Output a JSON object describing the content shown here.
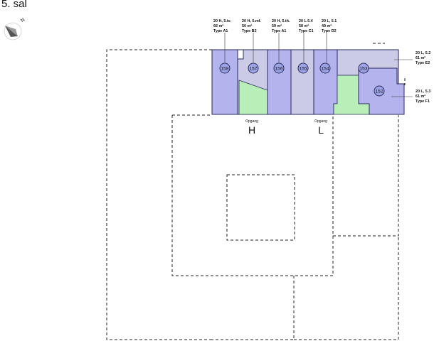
{
  "floor": {
    "title": "5. sal"
  },
  "compass": {
    "icon": "north-arrow-icon",
    "letter": "N"
  },
  "units": [
    {
      "line1": "20 H, 5.tv.",
      "area": "66 m²",
      "type": "Type A1",
      "number": "158"
    },
    {
      "line1": "20 H, 5.mf.",
      "area": "50 m²",
      "type": "Type B2",
      "number": "157"
    },
    {
      "line1": "20 H, 5.th.",
      "area": "59 m²",
      "type": "Type A1",
      "number": "156"
    },
    {
      "line1": "20 L 5.4",
      "area": "58 m²",
      "type": "Type C1",
      "number": "155"
    },
    {
      "line1": "20 L, 5.1",
      "area": "49 m²",
      "type": "Type D2",
      "number": "154"
    },
    {
      "line1": "20 L, 5.2",
      "area": "61 m²",
      "type": "Type E2",
      "number": "153"
    },
    {
      "line1": "20 L, 5.3",
      "area": "61 m²",
      "type": "Type F1",
      "number": "152"
    }
  ],
  "entrances": [
    {
      "label": "Opgang",
      "letter": "H"
    },
    {
      "label": "Opgang",
      "letter": "L"
    }
  ],
  "colors": {
    "apartment_blue": "#b3b3ee",
    "apartment_lilac": "#cbcbe5",
    "balcony_green": "#b8eeb8"
  }
}
